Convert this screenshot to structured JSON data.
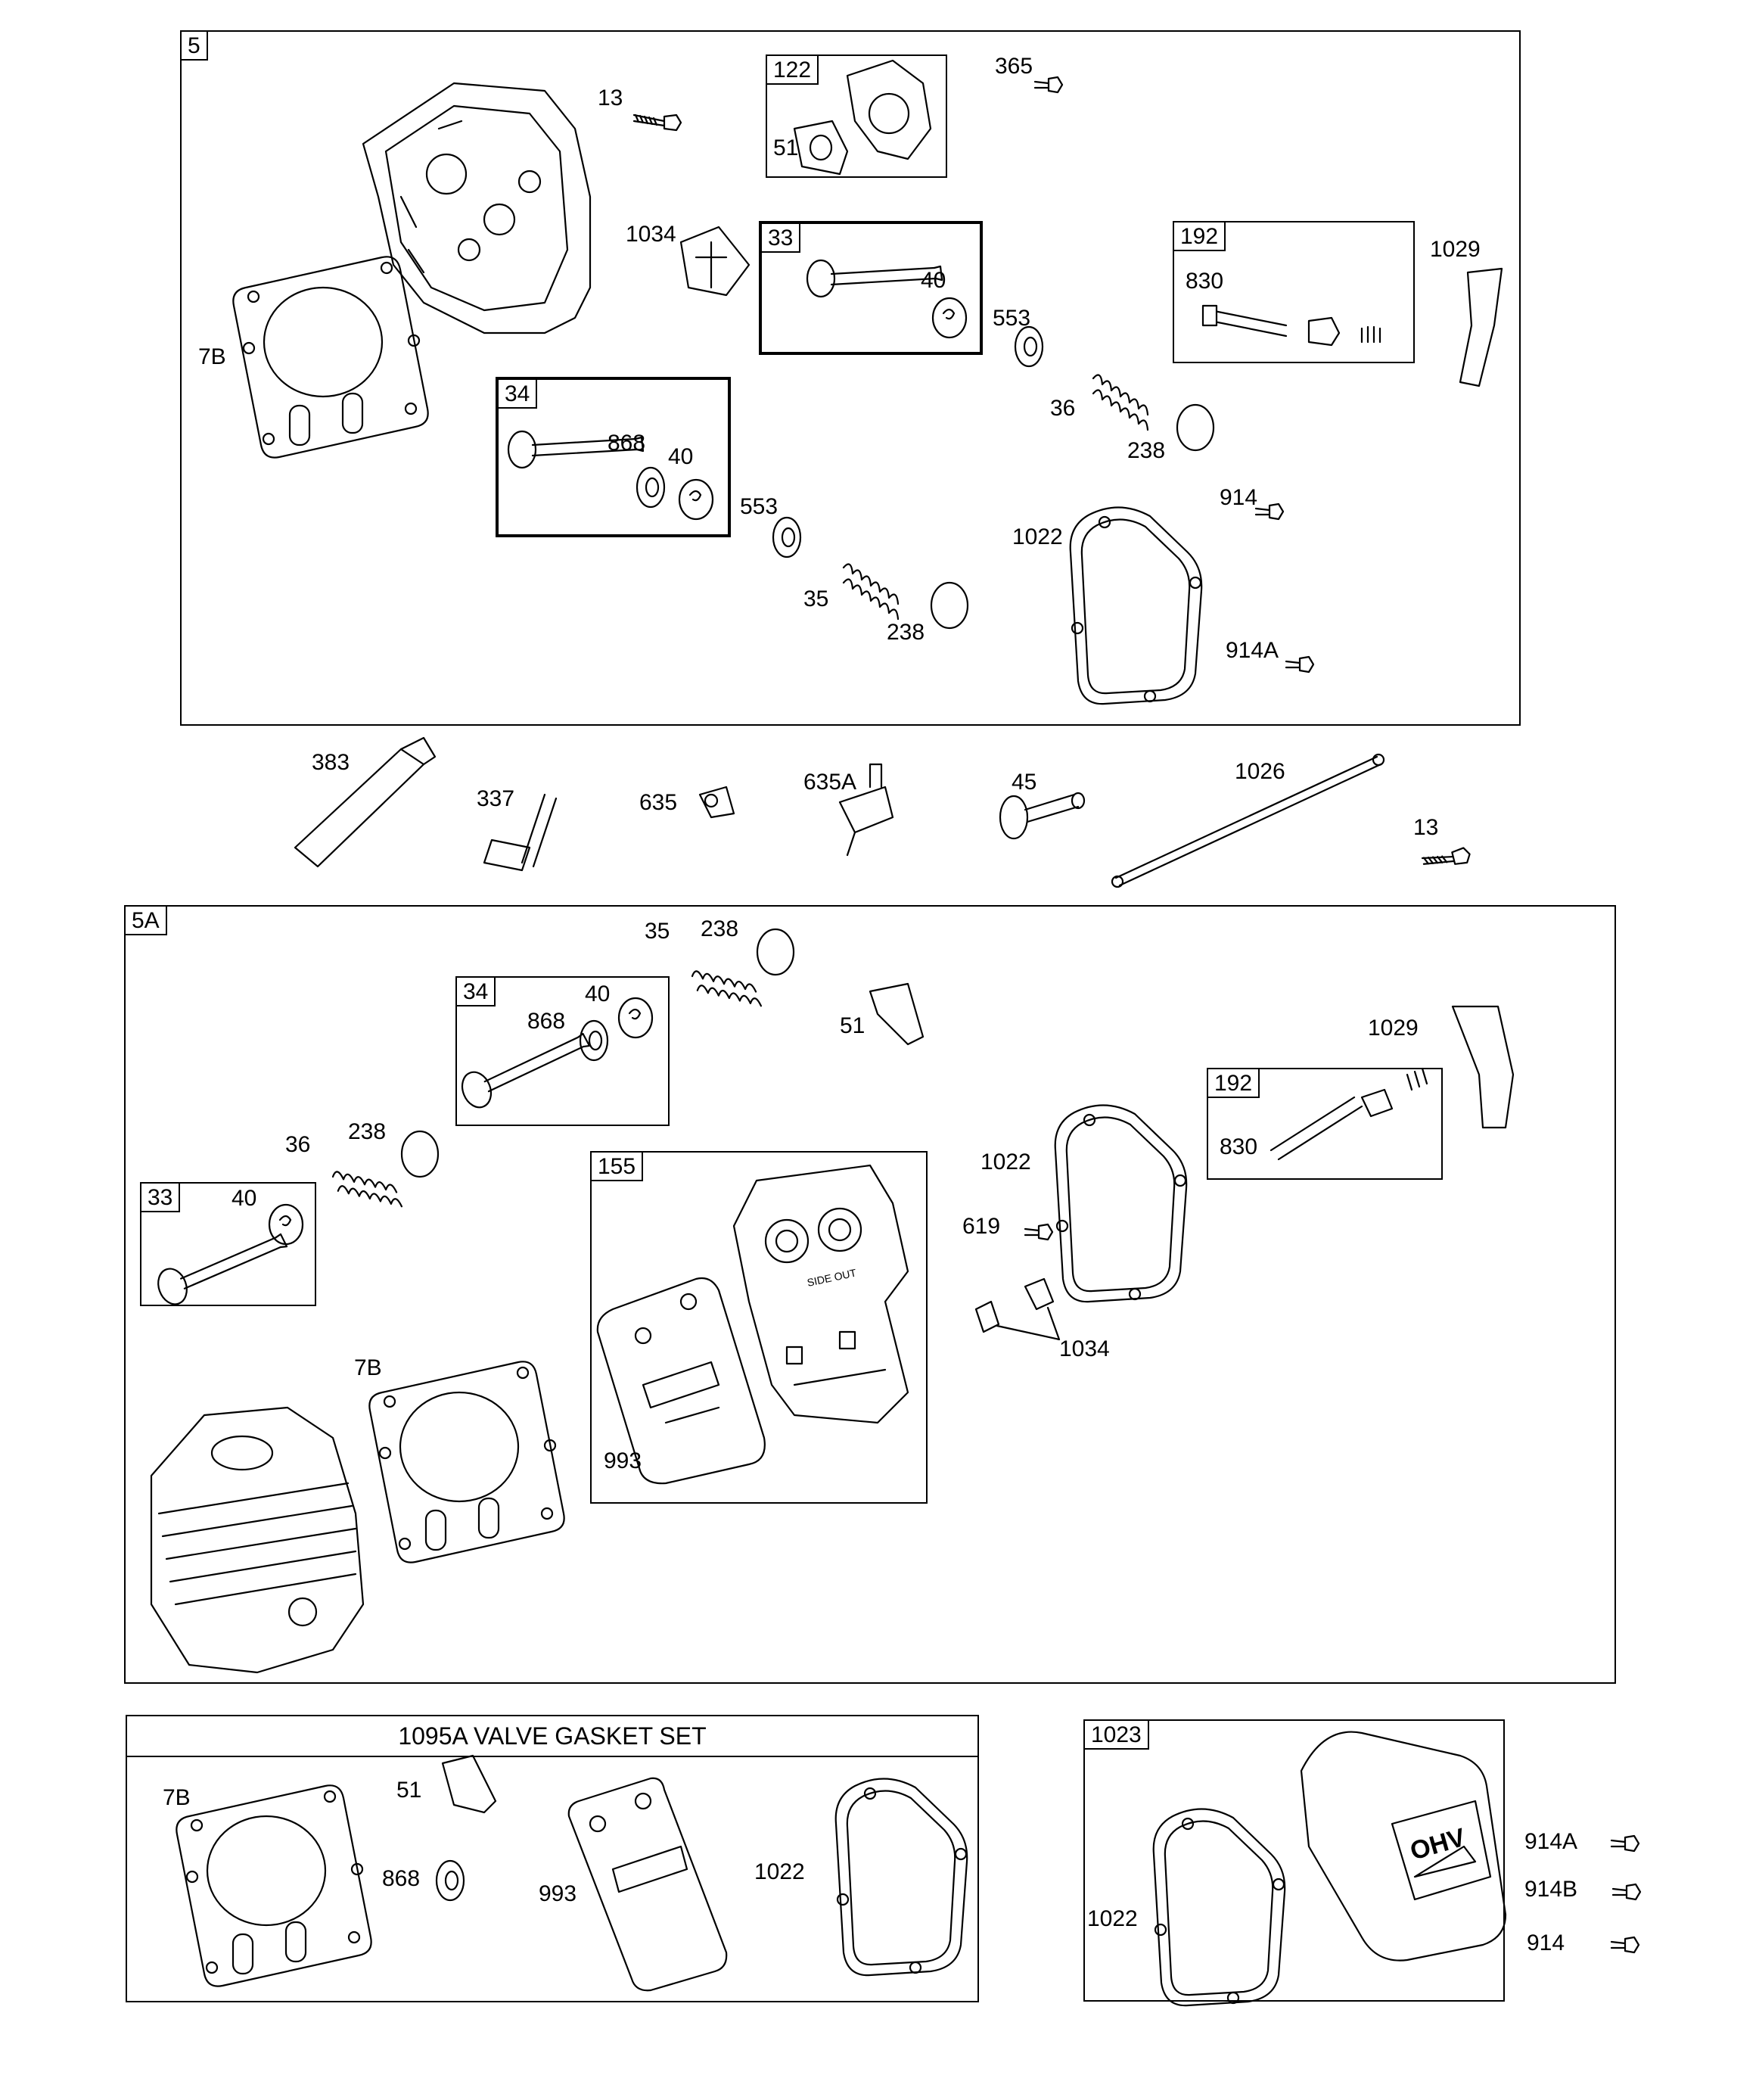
{
  "section5": {
    "tag": "5",
    "labels": {
      "l13": "13",
      "l365": "365",
      "l1034": "1034",
      "l7B": "7B",
      "l40": "40",
      "l553a": "553",
      "l830": "830",
      "l1029": "1029",
      "l36": "36",
      "l238a": "238",
      "l868": "868",
      "l40b": "40",
      "l553b": "553",
      "l914": "914",
      "l1022": "1022",
      "l35": "35",
      "l238b": "238",
      "l914A": "914A",
      "l51": "51"
    },
    "subgroups": {
      "g122": "122",
      "g33": "33",
      "g34": "34",
      "g192": "192"
    }
  },
  "loose_parts": {
    "l383": "383",
    "l337": "337",
    "l635": "635",
    "l635A": "635A",
    "l45": "45",
    "l1026": "1026",
    "l13": "13"
  },
  "section5A": {
    "tag": "5A",
    "labels": {
      "l35": "35",
      "l238a": "238",
      "l40a": "40",
      "l868": "868",
      "l51": "51",
      "l1029": "1029",
      "l36": "36",
      "l238b": "238",
      "l830": "830",
      "l1022": "1022",
      "l40b": "40",
      "l619": "619",
      "l1034": "1034",
      "l7B": "7B",
      "l993": "993"
    },
    "subgroups": {
      "g34": "34",
      "g192": "192",
      "g33": "33",
      "g155": "155"
    },
    "gasket_text": "SIDE OUT"
  },
  "gasket_set": {
    "title": "1095A VALVE GASKET SET",
    "labels": {
      "l7B": "7B",
      "l51": "51",
      "l868": "868",
      "l993": "993",
      "l1022": "1022"
    }
  },
  "cover_set": {
    "tag": "1023",
    "labels": {
      "l1022": "1022",
      "l914A": "914A",
      "l914B": "914B",
      "l914": "914"
    },
    "logo_text": "OHV"
  }
}
